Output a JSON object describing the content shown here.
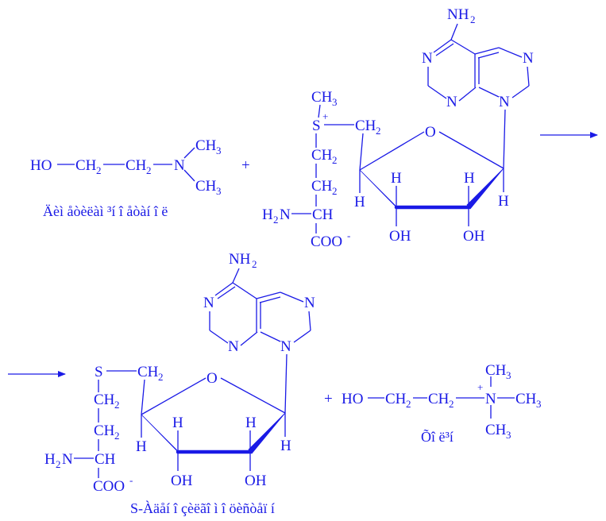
{
  "labels": {
    "dimethylaminoethanol_caption": "Äèì åòèëàì ³í î åòàí î ë",
    "s_adenosylhomocysteine_caption": "S-Àäåí î çèëãî ì î öèñòåї í",
    "choline_caption": "Õî ë³í",
    "plus": "+",
    "atoms": {
      "HO": "HO",
      "CH": "CH",
      "N": "N",
      "O": "O",
      "S": "S",
      "H": "H",
      "OH": "OH",
      "COO": "COO",
      "NH": "NH",
      "sub2": "2",
      "sub3": "3",
      "minus": "-",
      "charge_plus": "+"
    }
  },
  "colors": {
    "ink": "#1a1ae6",
    "background": "#ffffff"
  }
}
